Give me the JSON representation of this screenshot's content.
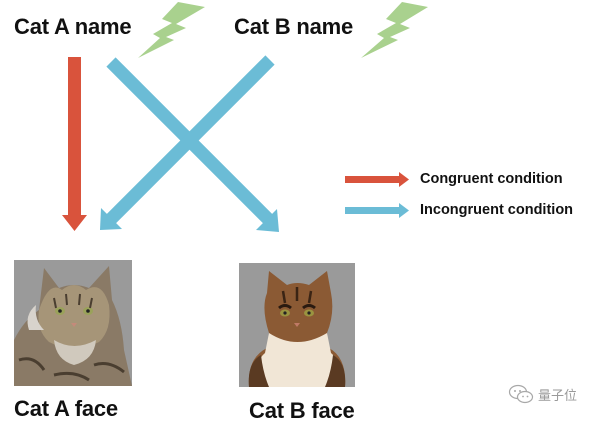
{
  "labels": {
    "cat_a_name": "Cat A name",
    "cat_b_name": "Cat B name",
    "cat_a_face": "Cat A face",
    "cat_b_face": "Cat B face"
  },
  "legend": [
    {
      "label": "Congruent condition",
      "color": "#d9533c"
    },
    {
      "label": "Incongruent condition",
      "color": "#6bbcd6"
    }
  ],
  "colors": {
    "congruent": "#d9533c",
    "incongruent": "#6bbcd6",
    "lightning": "#a9d18e",
    "photo_background": "#9a9a9a"
  },
  "icons": {
    "lightning_a": "lightning-bolt-icon",
    "lightning_b": "lightning-bolt-icon"
  },
  "watermark": {
    "icon": "wechat-icon",
    "text": "量子位"
  }
}
